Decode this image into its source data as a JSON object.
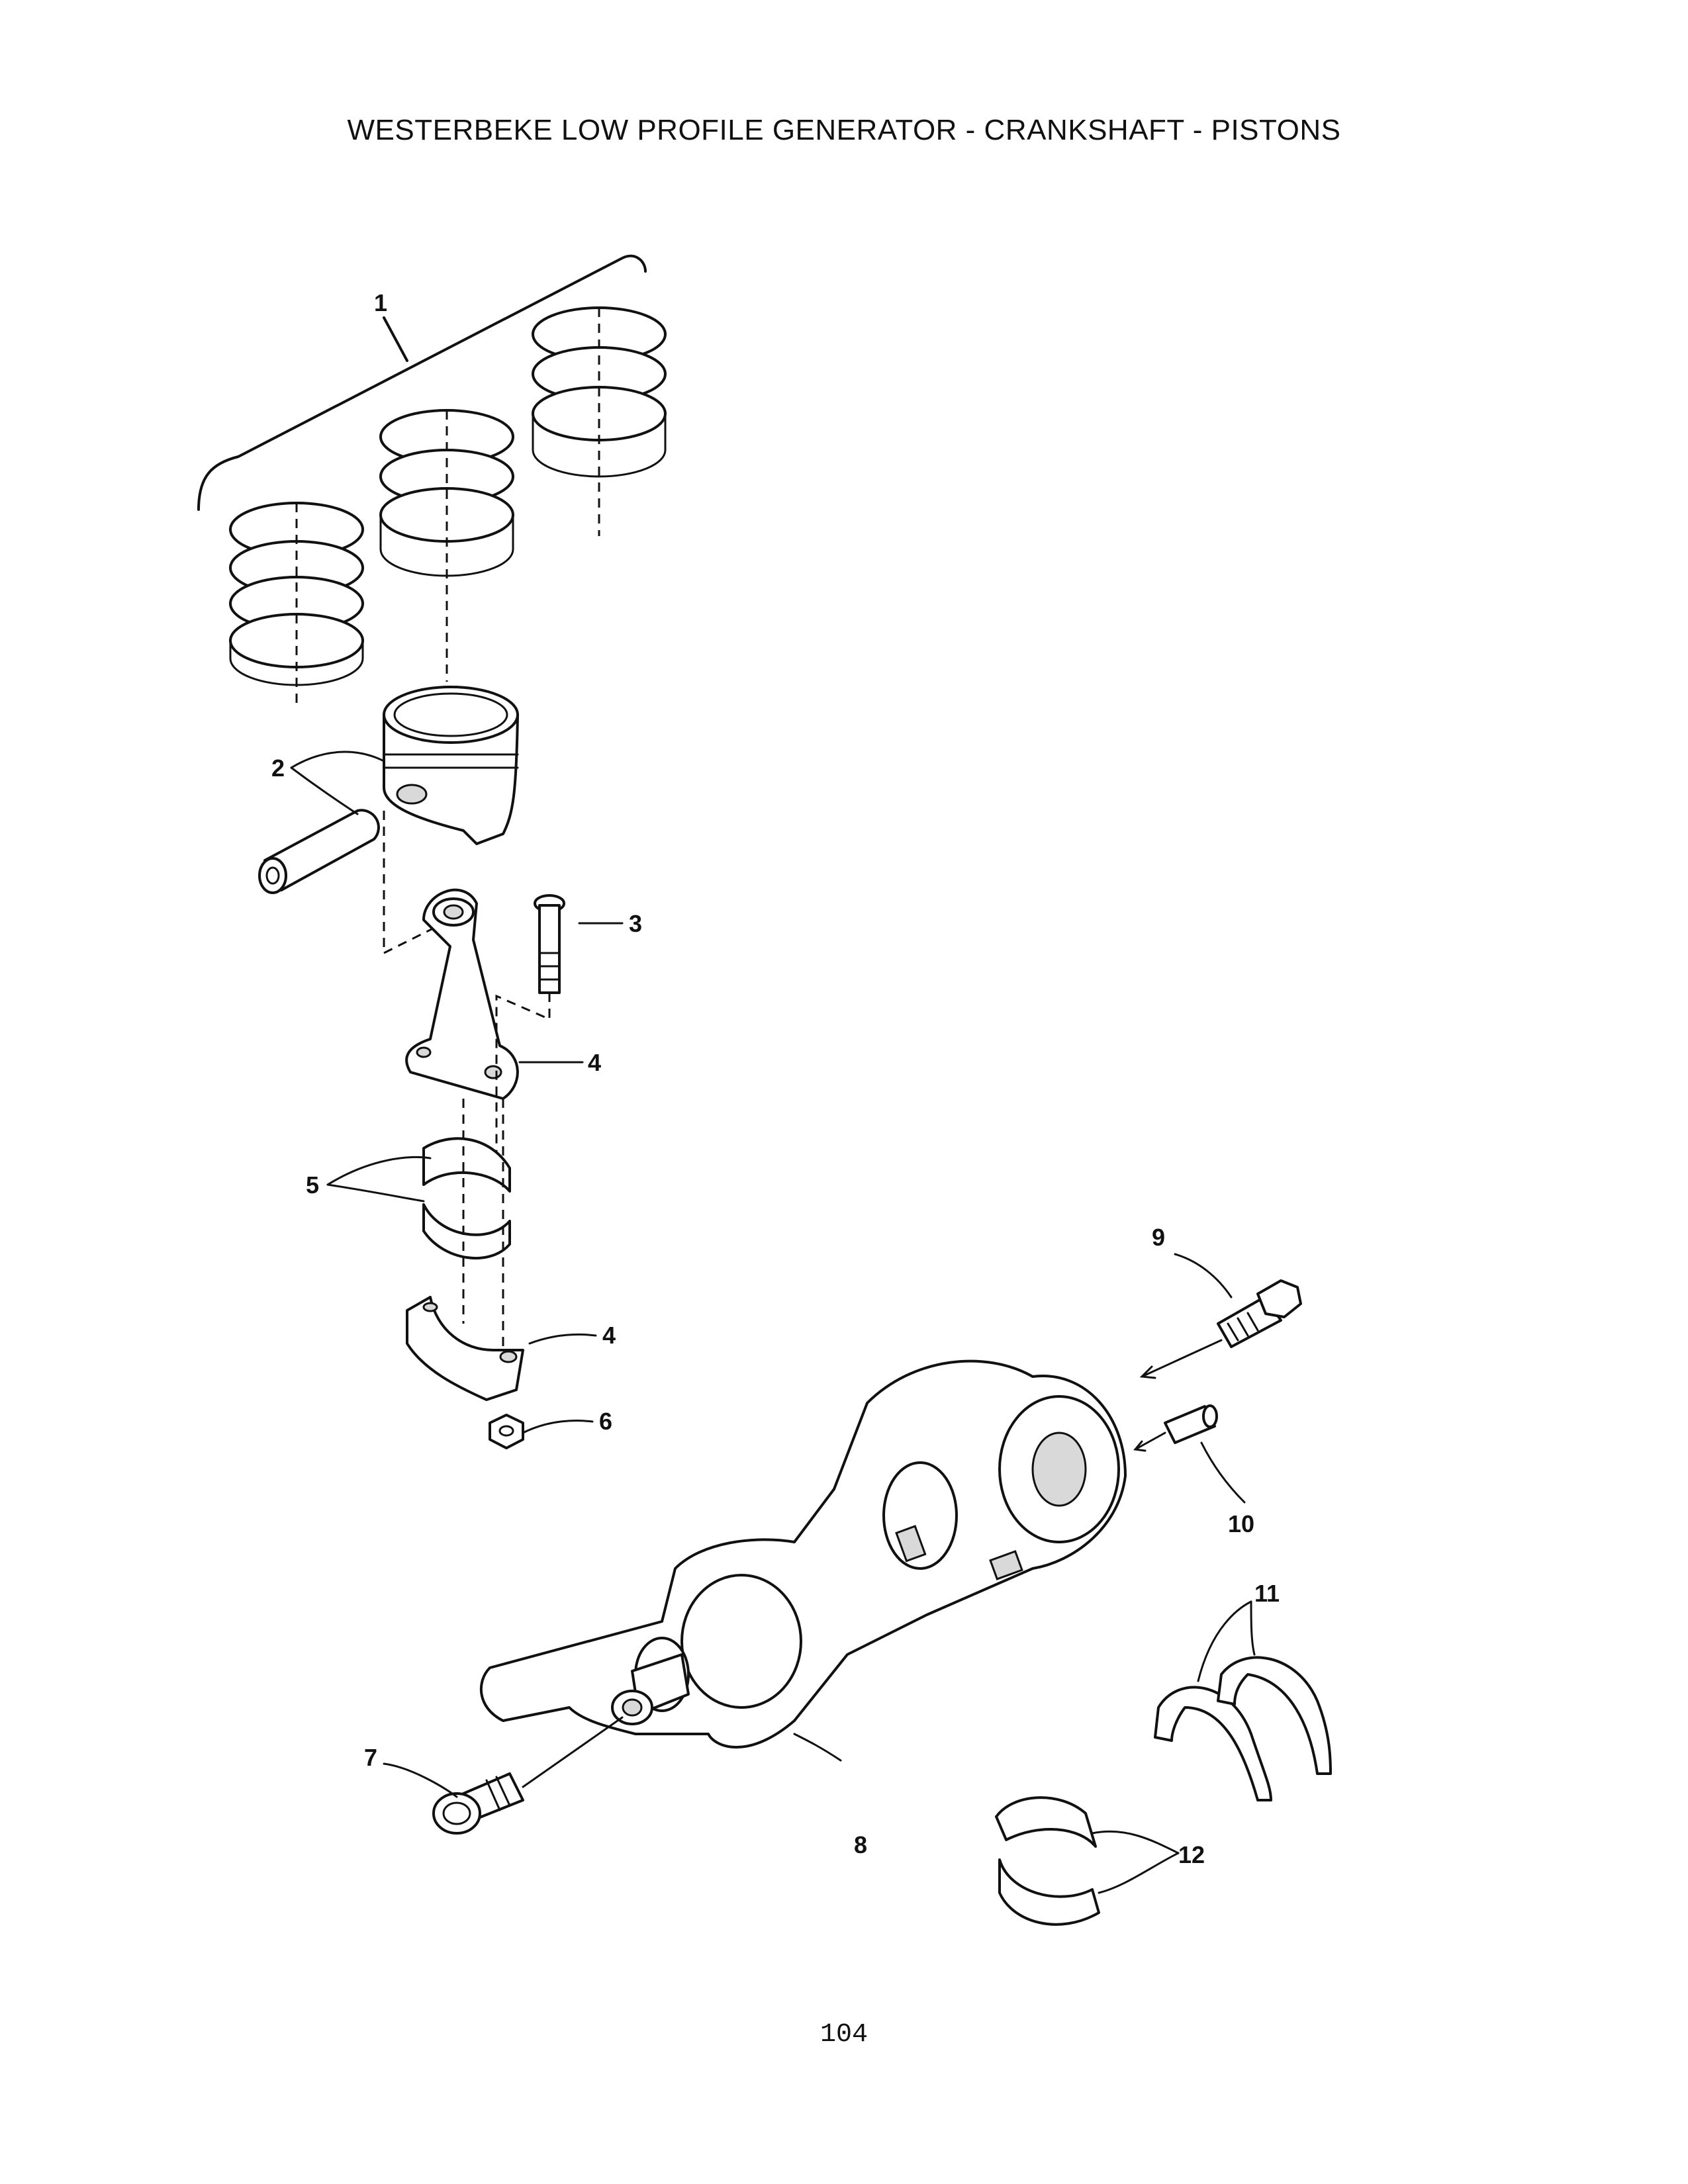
{
  "page": {
    "title": "WESTERBEKE LOW PROFILE GENERATOR - CRANKSHAFT - PISTONS",
    "page_number": "104"
  },
  "callouts": {
    "c1": "1",
    "c2": "2",
    "c3": "3",
    "c4a": "4",
    "c4b": "4",
    "c5": "5",
    "c6": "6",
    "c7": "7",
    "c8": "8",
    "c9": "9",
    "c10": "10",
    "c11": "11",
    "c12": "12"
  }
}
